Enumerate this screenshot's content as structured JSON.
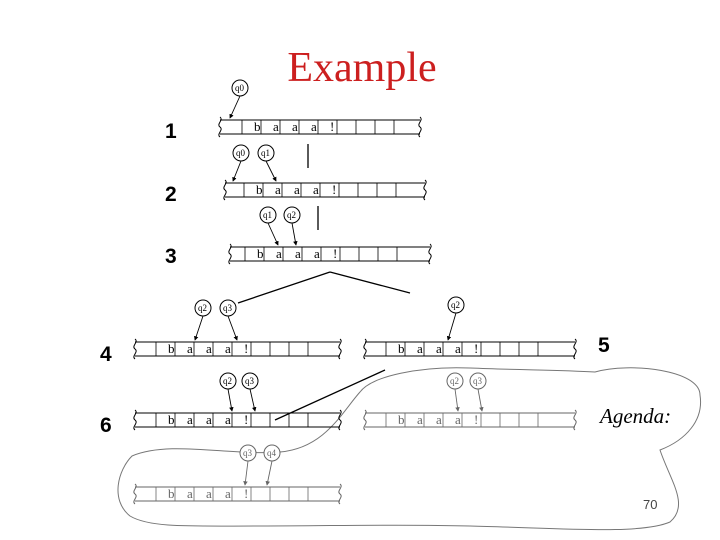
{
  "title": "Example",
  "agenda_label": "Agenda:",
  "page_number": "70",
  "step_labels": [
    "1",
    "2",
    "3",
    "4",
    "5",
    "6"
  ],
  "tape_symbols": [
    "b",
    "a",
    "a",
    "a",
    "!"
  ],
  "state_labels": {
    "q0": "q0",
    "q1": "q1",
    "q2": "q2",
    "q3": "q3",
    "q4": "q4"
  },
  "colors": {
    "title": "#cc1f1f",
    "ink": "#000000",
    "agenda_outline": "#777777",
    "faded": "#666666"
  }
}
